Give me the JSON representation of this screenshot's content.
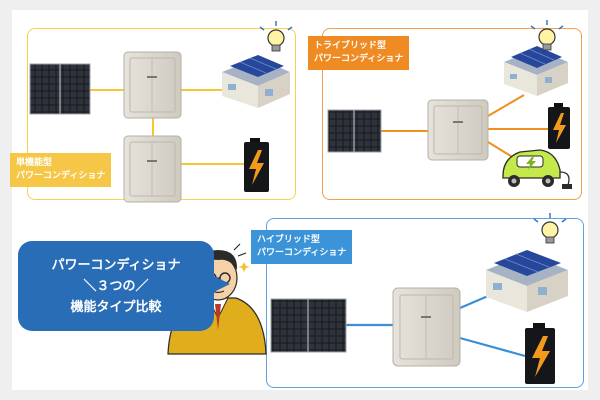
{
  "diagrams": {
    "single": {
      "label_line1": "単機能型",
      "label_line2": "パワーコンディショナ",
      "accent": "#f7c531",
      "tag_color": "#f6c646"
    },
    "triple": {
      "label_line1": "トライブリッド型",
      "label_line2": "パワーコンディショナ",
      "accent": "#f0901e",
      "tag_color": "#ef8b23"
    },
    "hybrid": {
      "label_line1": "ハイブリッド型",
      "label_line2": "パワーコンディショナ",
      "accent": "#3b8fd6",
      "tag_color": "#3b93d8"
    }
  },
  "callout": {
    "line1": "パワーコンディショナ",
    "line2": "＼３つの／",
    "line3": "機能タイプ比較",
    "color": "#2a6db7"
  },
  "icons": [
    "solar-panel-icon",
    "power-conditioner-icon",
    "house-icon",
    "light-bulb-icon",
    "battery-icon",
    "electric-car-icon",
    "businessman-icon"
  ]
}
